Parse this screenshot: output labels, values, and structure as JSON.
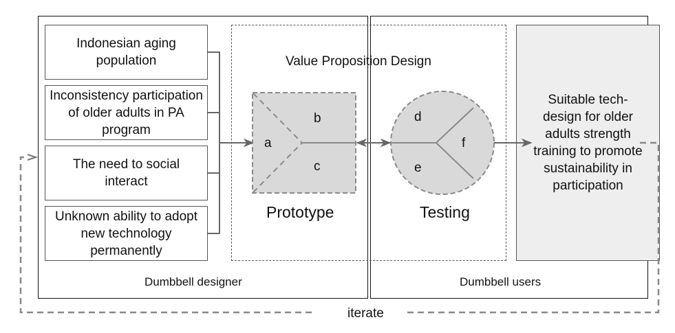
{
  "diagram": {
    "title": "Value Proposition Design",
    "panels": {
      "designer_label": "Dumbbell designer",
      "users_label": "Dumbbell users"
    },
    "inputs": [
      {
        "text": "Indonesian aging population"
      },
      {
        "text": "Inconsistency participation of older adults in PA program"
      },
      {
        "text": "The need to social interact"
      },
      {
        "text": "Unknown ability to adopt new technology permanently"
      }
    ],
    "prototype": {
      "label": "Prototype",
      "segments": [
        "a",
        "b",
        "c"
      ]
    },
    "testing": {
      "label": "Testing",
      "segments": [
        "d",
        "e",
        "f"
      ]
    },
    "result": {
      "text": "Suitable tech-design for older adults strength training to promote sustainability in participation"
    },
    "loop_label": "iterate",
    "colors": {
      "shape_fill": "#d9d9d9",
      "shape_stroke": "#8a8a8a",
      "connector": "#666666",
      "result_fill": "#eeeeee"
    }
  }
}
